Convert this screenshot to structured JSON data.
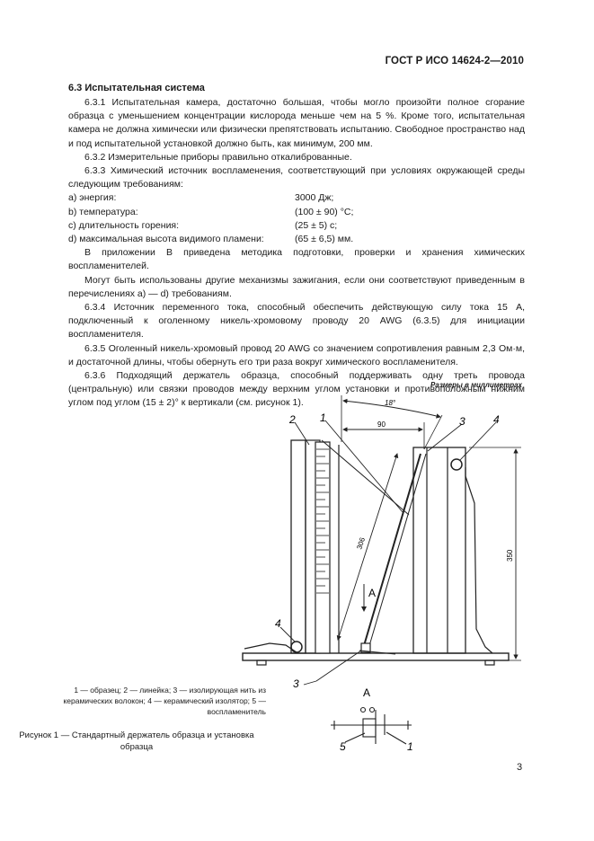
{
  "header": {
    "doc_id": "ГОСТ Р ИСО 14624-2—2010"
  },
  "section": {
    "title": "6.3 Испытательная система"
  },
  "paragraphs": {
    "p631": "6.3.1 Испытательная камера, достаточно большая, чтобы могло произойти полное сгорание образца с уменьшением концентрации кислорода меньше чем на 5 %. Кроме того, испытательная камера не должна химически или физически препятствовать испытанию. Свободное пространство над и под испытательной установкой должно быть, как минимум, 200 мм.",
    "p632": "6.3.2 Измерительные приборы правильно откалиброванные.",
    "p633": "6.3.3 Химический источник воспламенения, соответствующий при условиях окружающей среды следующим требованиям:",
    "req": [
      {
        "label": "a) энергия:",
        "value": "3000 Дж;"
      },
      {
        "label": "b) температура:",
        "value": "(100 ± 90) °С;"
      },
      {
        "label": "c) длительность горения:",
        "value": "(25 ± 5) с;"
      },
      {
        "label": "d) максимальная высота видимого пламени:",
        "value": "(65 ± 6,5) мм."
      }
    ],
    "p_appB": "В приложении В приведена методика подготовки, проверки и хранения химических воспламенителей.",
    "p_other": "Могут быть использованы другие механизмы зажигания, если они соответствуют приведенным в перечислениях а) — d) требованиям.",
    "p634": "6.3.4 Источник переменного тока, способный обеспечить действующую силу тока 15 А, подключенный к оголенному никель-хромовому проводу 20 AWG (6.3.5) для инициации воспламенителя.",
    "p635": "6.3.5 Оголенный никель-хромовый провод 20 AWG со значением сопротивления равным 2,3 Ом·м, и достаточной длины, чтобы обернуть его три раза вокруг химического воспламенителя.",
    "p636": "6.3.6 Подходящий держатель образца, способный поддерживать одну треть провода (центральную) или связки проводов между верхним углом установки и противоположным нижним углом под углом (15 ± 2)° к вертикали (см. рисунок 1)."
  },
  "figure": {
    "dims_note": "Размеры в миллиметрах",
    "dim_angle": "18°",
    "dim_90": "90",
    "dim_306": "306",
    "dim_350": "350",
    "view_A": "A",
    "callouts": {
      "c1": "1",
      "c2": "2",
      "c3": "3",
      "c4": "4",
      "c5": "5"
    },
    "legend": "1 — образец; 2 — линейка; 3 — изолирующая нить из керамических волокон; 4 — керамический изолятор; 5 — воспламенитель",
    "caption": "Рисунок 1 — Стандартный держатель образца и установка образца"
  },
  "page": {
    "number": "3"
  }
}
